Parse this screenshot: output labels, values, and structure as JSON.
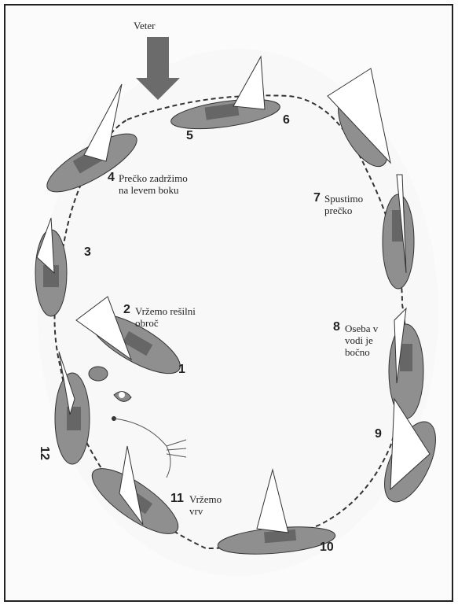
{
  "wind_label": "Veter",
  "positions": [
    {
      "n": "1"
    },
    {
      "n": "2",
      "text": [
        "Vržemo rešilni",
        "obroč"
      ]
    },
    {
      "n": "3"
    },
    {
      "n": "4",
      "text": [
        "Prečko zadržimo",
        "na levem boku"
      ]
    },
    {
      "n": "5"
    },
    {
      "n": "6"
    },
    {
      "n": "7",
      "text": [
        "Spustimo",
        "prečko"
      ]
    },
    {
      "n": "8",
      "text": [
        "Oseba v",
        "vodi je",
        "bočno"
      ]
    },
    {
      "n": "9"
    },
    {
      "n": "10"
    },
    {
      "n": "11",
      "text": [
        "Vržemo",
        "vrv"
      ]
    },
    {
      "n": "12"
    }
  ],
  "colors": {
    "hull": "#8f8f8f",
    "deck": "#6f6f6f",
    "sail": "#ffffff",
    "arrow": "#6b6b6b",
    "line": "#333333"
  }
}
